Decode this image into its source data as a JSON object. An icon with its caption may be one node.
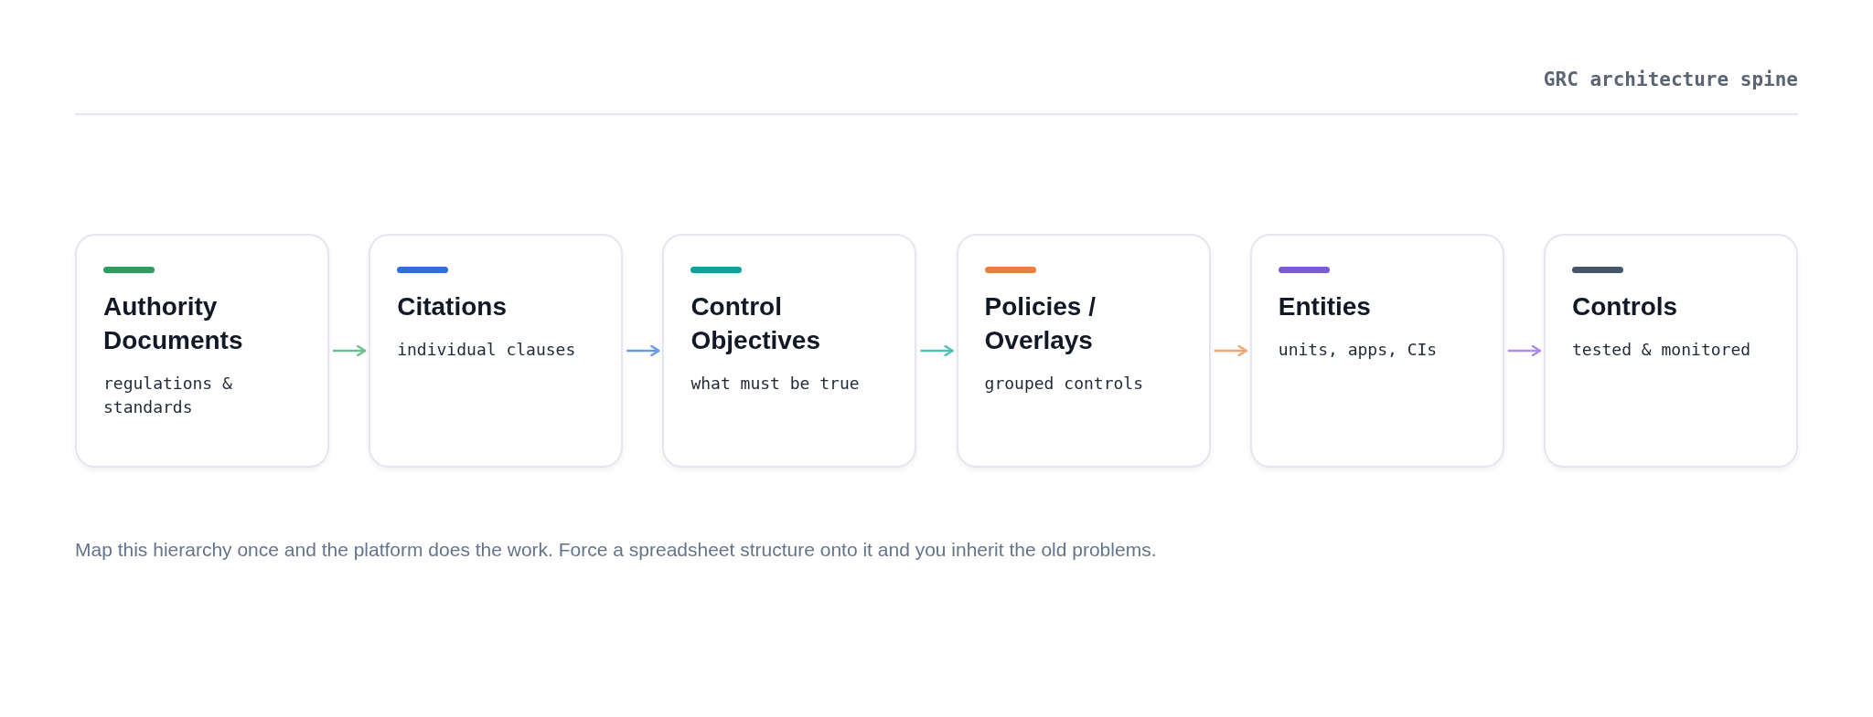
{
  "diagram": {
    "title": "GRC architecture spine",
    "caption": "Map this hierarchy once and the platform does the work. Force a spreadsheet structure onto it and you inherit the old problems.",
    "nodes": [
      {
        "text": [
          "Authority Documents",
          "regulations & standards"
        ]
      },
      {
        "text": [
          "Citations",
          "individual clauses"
        ]
      },
      {
        "text": [
          "Control Objectives",
          "what must be true"
        ]
      },
      {
        "text": [
          "Policies / Overlays",
          "grouped controls"
        ]
      },
      {
        "text": [
          "Entities",
          "units, apps, CIs"
        ]
      },
      {
        "text": [
          "Controls",
          "tested & monitored"
        ]
      }
    ],
    "edges": [
      {
        "from": 0,
        "to": 1,
        "arrow": "to",
        "color": "#6cc08f"
      },
      {
        "from": 1,
        "to": 2,
        "arrow": "to",
        "color": "#6b9de6"
      },
      {
        "from": 2,
        "to": 3,
        "arrow": "to",
        "color": "#4fc1b5"
      },
      {
        "from": 3,
        "to": 4,
        "arrow": "to",
        "color": "#f1a874"
      },
      {
        "from": 4,
        "to": 5,
        "arrow": "to",
        "color": "#a98de8"
      }
    ]
  }
}
